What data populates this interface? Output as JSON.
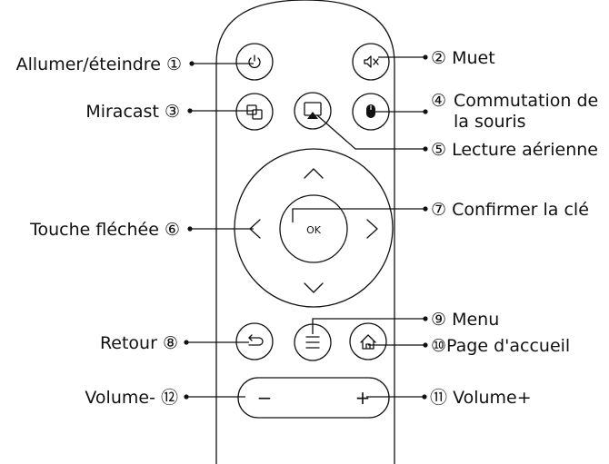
{
  "labels": {
    "power": "Allumer/éteindre",
    "mute": "Muet",
    "miracast": "Miracast",
    "mouse_l1": "Commutation de",
    "mouse_l2": "la souris",
    "airplay": "Lecture aérienne",
    "arrows": "Touche fléchée",
    "ok_confirm": "Confirmer la clé",
    "back": "Retour",
    "menu": "Menu",
    "home": "Page d'accueil",
    "vol_down": "Volume-",
    "vol_up": "Volume+"
  },
  "numbers": {
    "n1": "①",
    "n2": "②",
    "n3": "③",
    "n4": "④",
    "n5": "⑤",
    "n6": "⑥",
    "n7": "⑦",
    "n8": "⑧",
    "n9": "⑨",
    "n10": "⑩",
    "n11": "⑪",
    "n12": "⑫"
  },
  "remote": {
    "ok_text": "OK",
    "minus": "−",
    "plus": "+"
  }
}
